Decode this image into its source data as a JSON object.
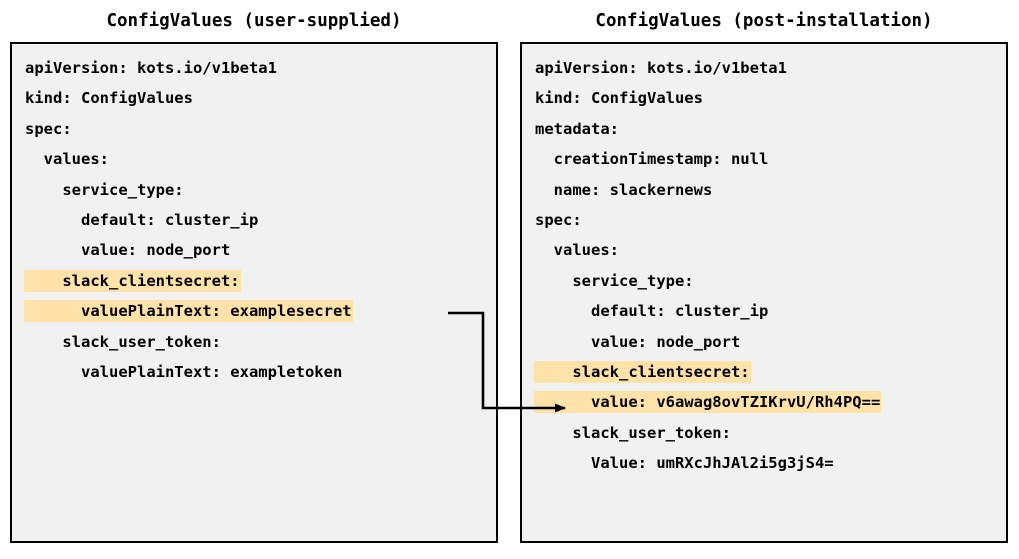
{
  "diagram": {
    "type": "two-panel-yaml-comparison",
    "background_color": "#ffffff",
    "box_fill_color": "#f1f1f1",
    "box_border_color": "#000000",
    "highlight_color": "#ffe2a8",
    "connector_color": "#000000"
  },
  "panels": {
    "left": {
      "title": "ConfigValues (user-supplied)",
      "lines": [
        {
          "text": "apiVersion: kots.io/v1beta1",
          "highlight": false
        },
        {
          "text": "kind: ConfigValues",
          "highlight": false
        },
        {
          "text": "spec:",
          "highlight": false
        },
        {
          "text": "  values:",
          "highlight": false
        },
        {
          "text": "    service_type:",
          "highlight": false
        },
        {
          "text": "      default: cluster_ip",
          "highlight": false
        },
        {
          "text": "      value: node_port",
          "highlight": false
        },
        {
          "text": "    slack_clientsecret:",
          "highlight": true
        },
        {
          "text": "      valuePlainText: examplesecret",
          "highlight": true
        },
        {
          "text": "    slack_user_token:",
          "highlight": false
        },
        {
          "text": "      valuePlainText: exampletoken",
          "highlight": false
        }
      ]
    },
    "right": {
      "title": "ConfigValues (post-installation)",
      "lines": [
        {
          "text": "apiVersion: kots.io/v1beta1",
          "highlight": false
        },
        {
          "text": "kind: ConfigValues",
          "highlight": false
        },
        {
          "text": "metadata:",
          "highlight": false
        },
        {
          "text": "  creationTimestamp: null",
          "highlight": false
        },
        {
          "text": "  name: slackernews",
          "highlight": false
        },
        {
          "text": "spec:",
          "highlight": false
        },
        {
          "text": "  values:",
          "highlight": false
        },
        {
          "text": "    service_type:",
          "highlight": false
        },
        {
          "text": "      default: cluster_ip",
          "highlight": false
        },
        {
          "text": "      value: node_port",
          "highlight": false
        },
        {
          "text": "    slack_clientsecret:",
          "highlight": true
        },
        {
          "text": "      value: v6awag8ovTZIKrvU/Rh4PQ==",
          "highlight": true
        },
        {
          "text": "    slack_user_token:",
          "highlight": false
        },
        {
          "text": "      Value: umRXcJhJAl2i5g3jS4=",
          "highlight": false
        }
      ]
    }
  },
  "connector": {
    "from_line": "      valuePlainText: examplesecret",
    "to_line": "      value: v6awag8ovTZIKrvU/Rh4PQ==",
    "shape": "orthogonal-elbow-with-arrowhead"
  }
}
